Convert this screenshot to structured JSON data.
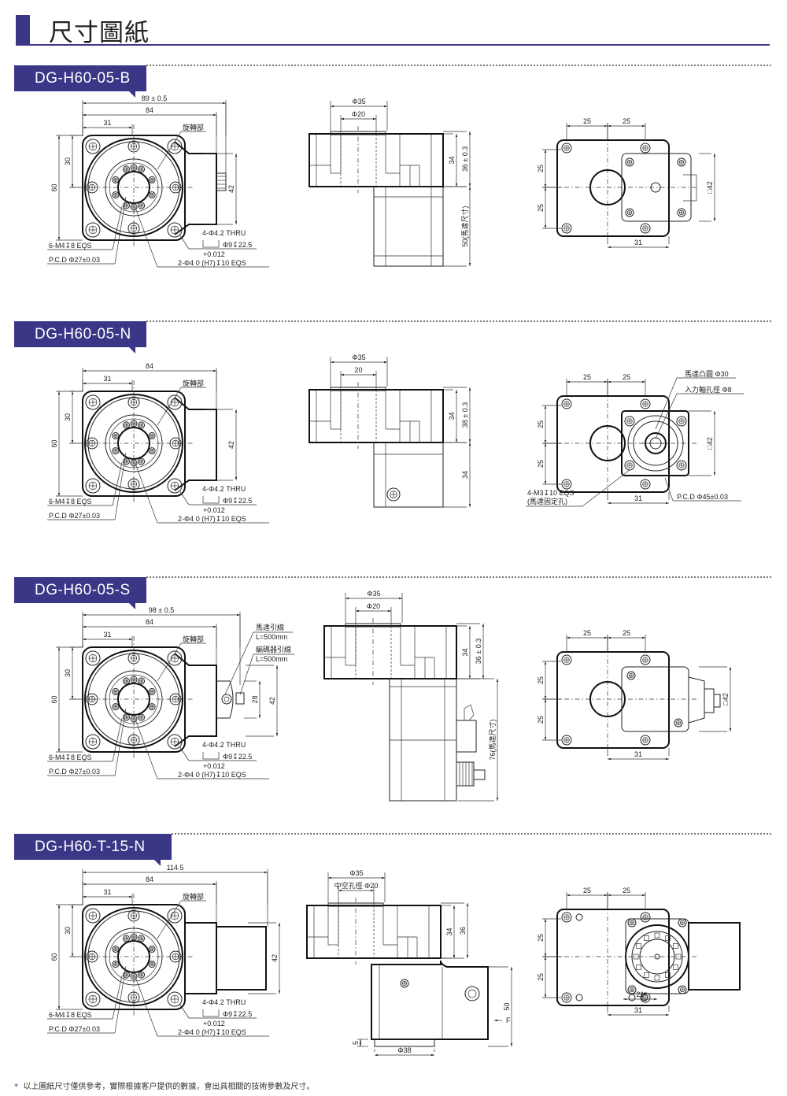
{
  "page": {
    "title": "尺寸圖紙",
    "accent": "#3b3787",
    "footnote_mark": "*",
    "footnote": "以上圖紙尺寸僅供參考，實際根據客户提供的數據，會出具相關的技術參數及尺寸。"
  },
  "sections": [
    {
      "model": "DG-H60-05-B",
      "front": {
        "overall": "89 ± 0.5",
        "width": "84",
        "offset": "31",
        "rotating": "旋轉部",
        "height": "60",
        "half": "30",
        "ext": "42",
        "thru": "4-Φ4.2 THRU",
        "cbore": "Φ9↧22.5",
        "tol": "+0.012",
        "pin": "2-Φ4   0   (H7)↧10 EQS",
        "tap": "6-M4↧8 EQS",
        "pcd": "P.C.D   Φ27±0.03"
      },
      "side": {
        "d1": "Φ35",
        "d2": "Φ20",
        "h1": "34",
        "h2": "36 ± 0.3",
        "h3": "50(馬達尺寸)"
      },
      "back": {
        "a": "25",
        "b": "25",
        "c": "25",
        "d": "25",
        "sq": "□42",
        "off": "31"
      }
    },
    {
      "model": "DG-H60-05-N",
      "front": {
        "width": "84",
        "offset": "31",
        "rotating": "旋轉部",
        "height": "60",
        "half": "30",
        "ext": "42",
        "thru": "4-Φ4.2 THRU",
        "cbore": "Φ9↧22.5",
        "tol": "+0.012",
        "pin": "2-Φ4   0   (H7)↧10 EQS",
        "tap": "6-M4↧8 EQS",
        "pcd": "P.C.D   Φ27±0.03"
      },
      "side": {
        "d1": "Φ35",
        "d2": "20",
        "h1": "34",
        "h2": "38 ± 0.3",
        "h3": "34"
      },
      "back": {
        "a": "25",
        "b": "25",
        "c": "25",
        "d": "25",
        "sq": "□42",
        "off": "31",
        "boss": "馬達凸圓   Φ30",
        "shaft": "入力軸孔徑   Φ8",
        "mtap": "4-M3↧10 EQS",
        "mtap_note": "(馬達固定孔)",
        "mpcd": "P.C.D   Φ45±0.03"
      }
    },
    {
      "model": "DG-H60-05-S",
      "front": {
        "overall": "98 ± 0.5",
        "width": "84",
        "offset": "31",
        "rotating": "旋轉部",
        "height": "60",
        "half": "30",
        "ext": "42",
        "inner": "28",
        "motor_lead": "馬達引線",
        "motor_len": "L=500mm",
        "enc_lead": "編碼器引線",
        "enc_len": "L=500mm",
        "thru": "4-Φ4.2 THRU",
        "cbore": "Φ9↧22.5",
        "tol": "+0.012",
        "pin": "2-Φ4   0   (H7)↧10 EQS",
        "tap": "6-M4↧8 EQS",
        "pcd": "P.C.D Φ27±0.03"
      },
      "side": {
        "d1": "Φ35",
        "d2": "Φ20",
        "h1": "34",
        "h2": "36 ± 0.3",
        "h3": "76(馬達尺寸)"
      },
      "back": {
        "a": "25",
        "b": "25",
        "c": "25",
        "d": "25",
        "sq": "□42",
        "off": "31"
      }
    },
    {
      "model": "DG-H60-T-15-N",
      "front": {
        "overall": "114.5",
        "width": "84",
        "offset": "31",
        "rotating": "旋轉部",
        "height": "60",
        "half": "30",
        "ext": "42",
        "thru": "4-Φ4.2 THRU",
        "cbore": "Φ9↧22.5",
        "tol": "+0.012",
        "pin": "2-Φ4   0   (H7)↧10 EQS",
        "tap": "6-M4↧8 EQS",
        "pcd": "P.C.D   Φ27±0.03"
      },
      "side": {
        "d1": "Φ35",
        "d2": "中空孔徑 Φ20",
        "h1": "34",
        "h2": "36",
        "h3": "50",
        "flange": "5",
        "d3": "Φ38",
        "f": "F"
      },
      "back": {
        "a": "25",
        "b": "25",
        "c": "25",
        "d": "25",
        "e": "21",
        "off": "31"
      }
    }
  ]
}
